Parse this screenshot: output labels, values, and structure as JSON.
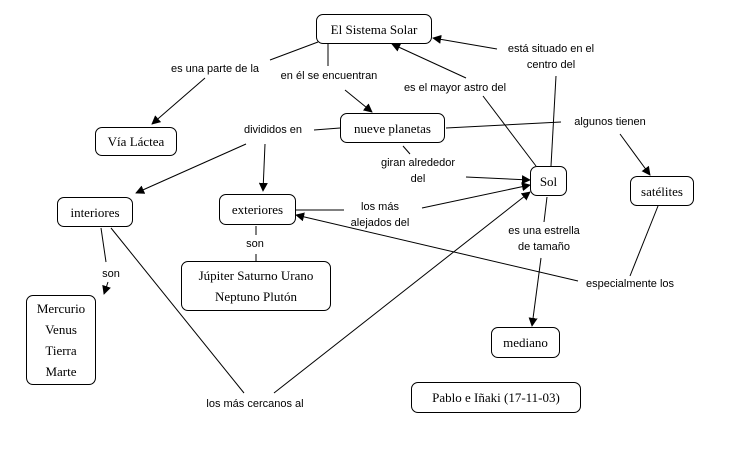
{
  "concepts": {
    "sistema_solar": "El Sistema Solar",
    "via_lactea": "Vía Láctea",
    "nueve_planetas": "nueve planetas",
    "sol": "Sol",
    "satelites": "satélites",
    "interiores": "interiores",
    "exteriores": "exteriores",
    "planetas_exteriores": "Júpiter Saturno Urano\nNeptuno Plutón",
    "planetas_interiores": "Mercurio\nVenus\nTierra\nMarte",
    "mediano": "mediano",
    "autores": "Pablo e Iñaki (17-11-03)"
  },
  "links": {
    "parte_de": "es una parte de la",
    "se_encuentran": "en él se encuentran",
    "mayor_astro": "es el mayor astro del",
    "situado_en": "está situado en el\ncentro del",
    "divididos_en": "divididos en",
    "algunos_tienen": "algunos tienen",
    "giran_alrededor": "giran alrededor\ndel",
    "mas_alejados": "los más\nalejados del",
    "son_exteriores": "son",
    "son_interiores": "son",
    "estrella_tamano": "es una estrella\nde tamaño",
    "especialmente": "especialmente los",
    "mas_cercanos": "los más cercanos al"
  }
}
